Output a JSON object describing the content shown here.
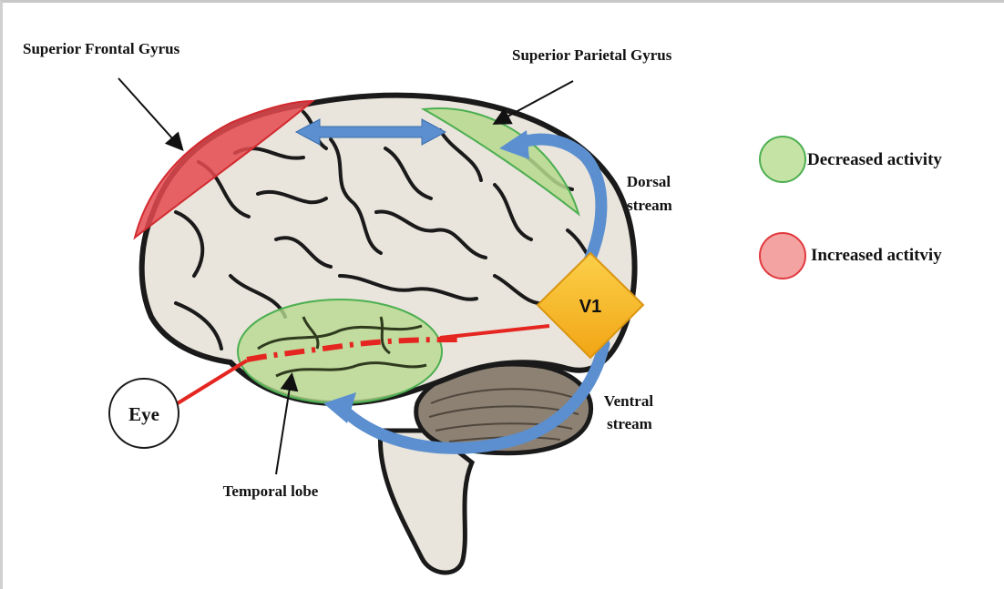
{
  "labels": {
    "superior_frontal_gyrus": "Superior Frontal Gyrus",
    "superior_parietal_gyrus": "Superior Parietal Gyrus",
    "dorsal_stream_line1": "Dorsal",
    "dorsal_stream_line2": "stream",
    "ventral_stream_line1": "Ventral",
    "ventral_stream_line2": "stream",
    "temporal_lobe": "Temporal lobe",
    "v1": "V1",
    "eye": "Eye"
  },
  "legend": {
    "items": [
      {
        "label": "Decreased activity",
        "color": "#c6e3a6",
        "stroke": "#4caf50"
      },
      {
        "label": "Increased actitviy",
        "color": "#f4a3a3",
        "stroke": "#e0393e"
      }
    ]
  },
  "colors": {
    "brain_fill": "#e9e4dc",
    "brain_outline": "#1a1a1a",
    "cerebellum": "#8d8173",
    "decreased_region": "#b6d98e",
    "increased_region": "#e44a4f",
    "stream_arrow": "#5b8fcf",
    "visual_pathway": "#e52620",
    "v1_fill": "#f7b825"
  }
}
